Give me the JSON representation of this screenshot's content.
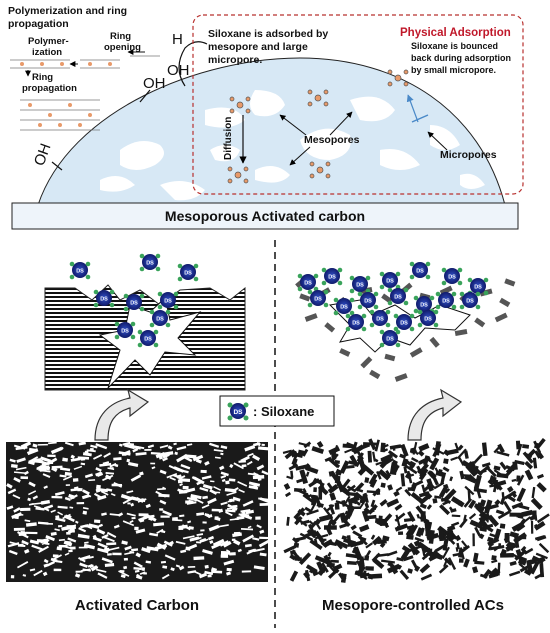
{
  "top": {
    "mechanism_title_line1": "Polymerization and ring",
    "mechanism_title_line2": "propagation",
    "polymerization_line1": "Polymer-",
    "polymerization_line2": "ization",
    "ring_opening_line1": "Ring",
    "ring_opening_line2": "opening",
    "ring_propagation_line1": "Ring",
    "ring_propagation_line2": "propagation",
    "oh_label": "OH",
    "h_label": "H",
    "adsorbed_line1": "Siloxane is adsorbed by",
    "adsorbed_line2": "mesopore and large",
    "adsorbed_line3": "micropore.",
    "physical_adsorption_title": "Physical Adsorption",
    "bounced_line1": "Siloxane is bounced",
    "bounced_line2": "back during adsorption",
    "bounced_line3": "by small micropore.",
    "diffusion_label": "Diffusion",
    "mesopores_label": "Mesopores",
    "micropores_label": "Micropores",
    "base_label": "Mesoporous Activated carbon"
  },
  "legend": {
    "molecule_label": "DS",
    "siloxane_label": ": Siloxane"
  },
  "bottom": {
    "left_caption": "Activated Carbon",
    "right_caption": "Mesopore-controlled ACs"
  },
  "colors": {
    "dome_fill": "#d7e8f5",
    "pore_fill": "#ffffff",
    "physical_title_color": "#c0182a",
    "dashed_box_color": "#b8302e",
    "molecule_blue": "#1c2a8c",
    "molecule_green": "#3aa35b",
    "arrow_fill": "#e9e9e9"
  }
}
